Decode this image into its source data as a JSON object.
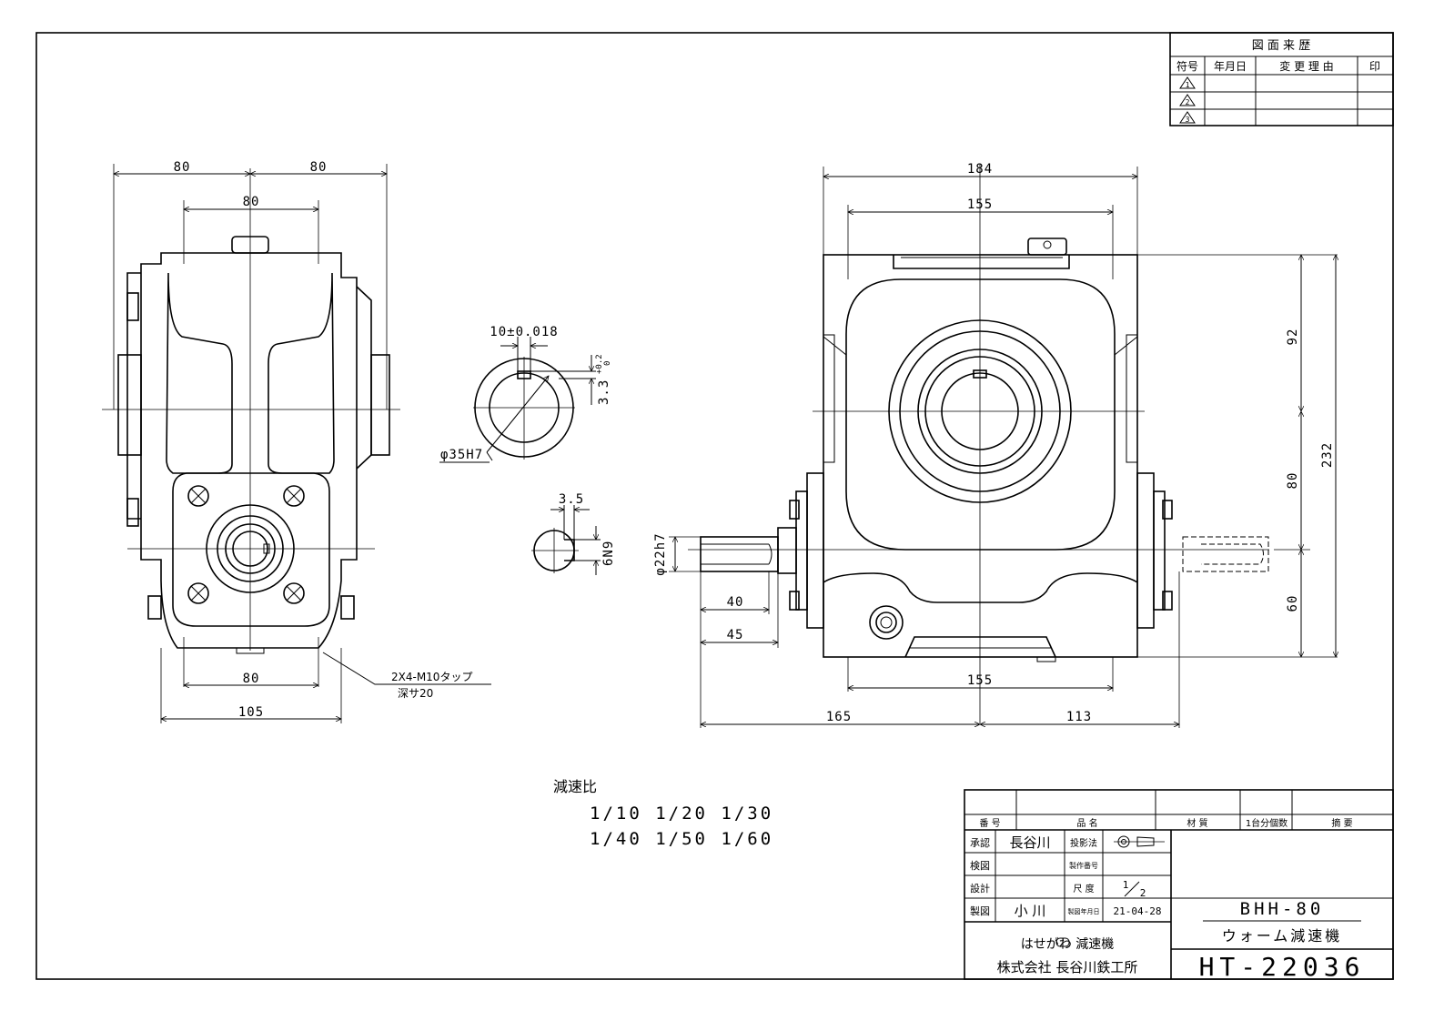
{
  "revision_table": {
    "title": "図 面 来 歴",
    "headers": [
      "符号",
      "年月日",
      "変 更 理 由",
      "印"
    ],
    "symbols": [
      "1",
      "2",
      "3"
    ]
  },
  "left_view": {
    "dims": [
      "80",
      "80",
      "80",
      "80",
      "105"
    ],
    "tap_note": [
      "2X4-M10タップ",
      "深サ20"
    ]
  },
  "shaft_detail": {
    "key_width": "10±0.018",
    "key_depth": "3.3",
    "key_tol_upper": "+0.2",
    "key_tol_lower": "0",
    "bore": "φ35H7",
    "small_width": "3.5",
    "small_key": "6N9"
  },
  "right_view": {
    "top_dims": [
      "184",
      "155"
    ],
    "vert_dims": [
      "92",
      "80",
      "60",
      "232"
    ],
    "shaft_dia": "φ22h7",
    "shaft_dims": [
      "40",
      "45"
    ],
    "bottom_dims": [
      "155",
      "165",
      "113"
    ]
  },
  "ratios": {
    "heading": "減速比",
    "line1": "1/10  1/20  1/30",
    "line2": "1/40  1/50  1/60"
  },
  "title_block": {
    "hdr_no": "番 号",
    "hdr_name": "品          名",
    "hdr_material": "材   質",
    "hdr_qty": "1台分個数",
    "hdr_remarks": "摘      要",
    "approve_label": "承認",
    "approve_name": "長谷川",
    "projection_label": "投影法",
    "check_label": "検図",
    "part_no_label": "製作番号",
    "design_label": "設計",
    "scale_label": "尺 度",
    "scale_num": "1",
    "scale_den": "2",
    "draw_label": "製図",
    "draw_name": "小  川",
    "date_label": "製図年月日",
    "date": "21-04-28",
    "model": "BHH-80",
    "product": "ウォーム減速機",
    "company1": "はせがわ  減速機",
    "company2": "株式会社 長谷川鉄工所",
    "drawing_no": "HT-22036"
  }
}
